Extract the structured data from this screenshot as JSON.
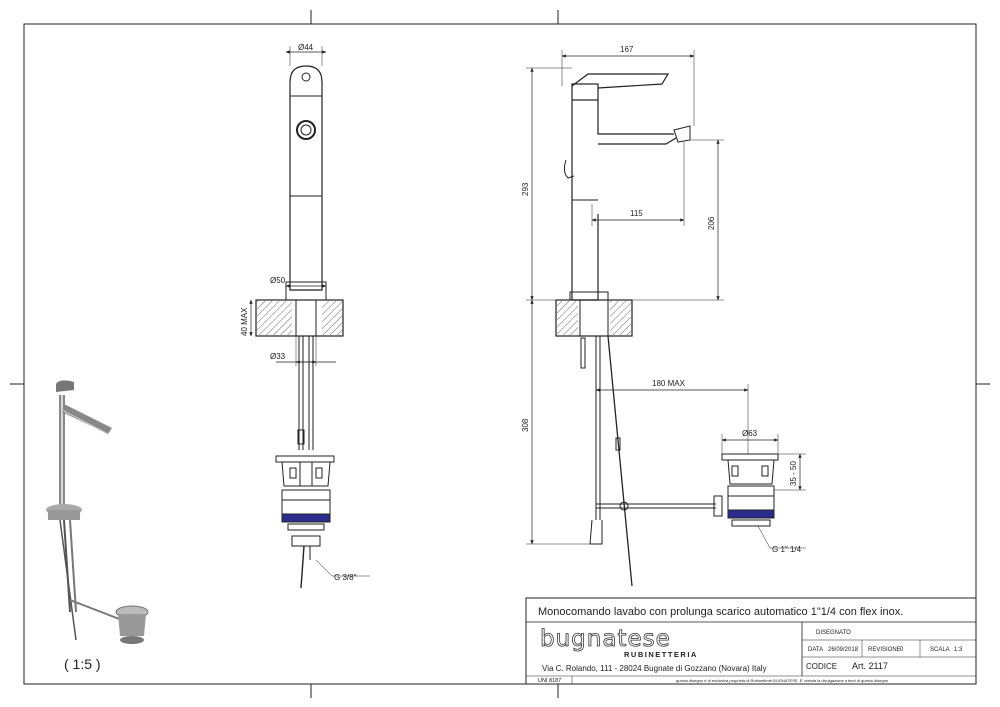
{
  "front_view": {
    "top_diameter": "Ø44",
    "deck_diameter": "Ø50",
    "deck_thickness": "40 MAX",
    "hole_diameter": "Ø33",
    "connection": "G 3/8\""
  },
  "side_view": {
    "reach": "167",
    "height": "293",
    "spout_reach": "115",
    "spout_height": "206",
    "below_deck": "308",
    "rod_reach": "180 MAX",
    "waste_diameter": "Ø63",
    "waste_range": "35 - 50",
    "waste_thread": "G 1\" 1/4"
  },
  "preview": {
    "scale_label": "( 1:5 )"
  },
  "title_block": {
    "description": "Monocomando lavabo con prolunga scarico automatico 1\"1/4 con flex inox.",
    "brand": "bugnatese",
    "brand_sub": "RUBINETTERIA",
    "address": "Via C. Rolando, 111 - 28024 Bugnate di Gozzano (Novara) Italy",
    "disegnato_label": "DISEGNATO",
    "data_label": "DATA",
    "data_value": "26/09/2018",
    "revisione_label": "REVISIONE",
    "revisione_value": "0",
    "scala_label": "SCALA",
    "scala_value": "1:3",
    "codice_label": "CODICE",
    "codice_value": "Art. 2117",
    "standard": "UNI 8187",
    "disclaimer": "questo disegno è di esclusiva proprietà di Rubinetterie BUGNATESE. E' vietata la divulgazione a terzi di questo disegno"
  }
}
